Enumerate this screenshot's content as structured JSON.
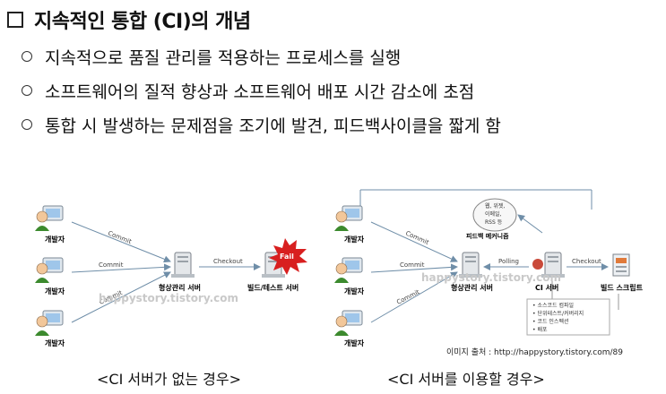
{
  "title": "지속적인 통합 (CI)의 개념",
  "bullets": [
    "지속적으로 품질 관리를 적용하는 프로세스를 실행",
    "소프트웨어의 질적 향상과 소프트웨어 배포 시간 감소에 초점",
    "통합 시 발생하는 문제점을 조기에 발견, 피드백사이클을 짧게 함"
  ],
  "left": {
    "dev_label": "개발자",
    "commit": "Commit",
    "checkout": "Checkout",
    "repo": "형상관리 서버",
    "build": "빌드/테스트 서버",
    "fail": "Fail",
    "watermark": "happystory.tistory.com",
    "caption": "<CI 서버가 없는 경우>"
  },
  "right": {
    "dev_label": "개발자",
    "commit": "Commit",
    "polling": "Polling",
    "checkout": "Checkout",
    "repo": "형상관리 서버",
    "ci": "CI 서버",
    "script": "빌드 스크립트",
    "feedback_bubble": [
      "웹, 위젯,",
      "이메일,",
      "RSS 등"
    ],
    "feedback": "피드백 메커니즘",
    "list": [
      "소스코드 컴파일",
      "단위테스트/커버리지",
      "코드 인스펙션",
      "배포"
    ],
    "watermark": "happystory.tistory.com",
    "source": "이미지 출처 : http://happystory.tistory.com/89",
    "caption": "<CI 서버를 이용할 경우>"
  }
}
